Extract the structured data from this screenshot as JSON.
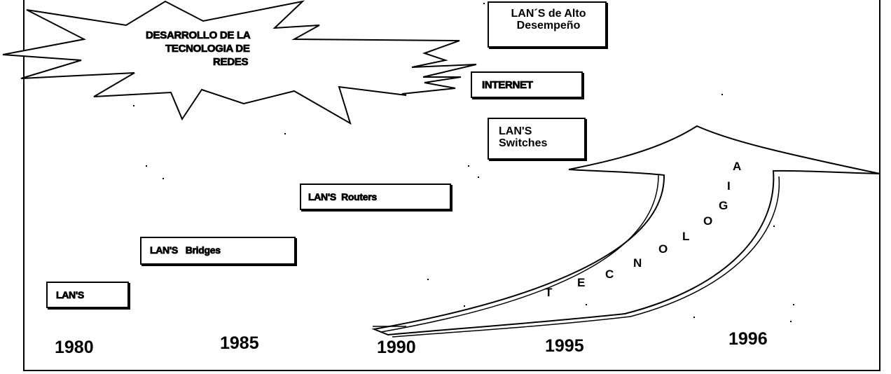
{
  "title": {
    "line1": "DESARROLLO DE LA",
    "line2": "TECNOLOGIA DE",
    "line3": "REDES"
  },
  "stages": [
    {
      "id": "lans",
      "label": "LAN'S"
    },
    {
      "id": "bridges",
      "label": "LAN'S   Bridges"
    },
    {
      "id": "routers",
      "label": "LAN'S  Routers"
    },
    {
      "id": "switches",
      "label": "LAN'S\nSwitches"
    },
    {
      "id": "internet",
      "label": "INTERNET"
    },
    {
      "id": "alto",
      "label": "LAN´S de Alto\nDesempeño"
    }
  ],
  "years": [
    "1980",
    "1985",
    "1990",
    "1995",
    "1996"
  ],
  "trend_letters": [
    "T",
    "E",
    "C",
    "N",
    "O",
    "L",
    "O",
    "G",
    "I",
    "A"
  ]
}
